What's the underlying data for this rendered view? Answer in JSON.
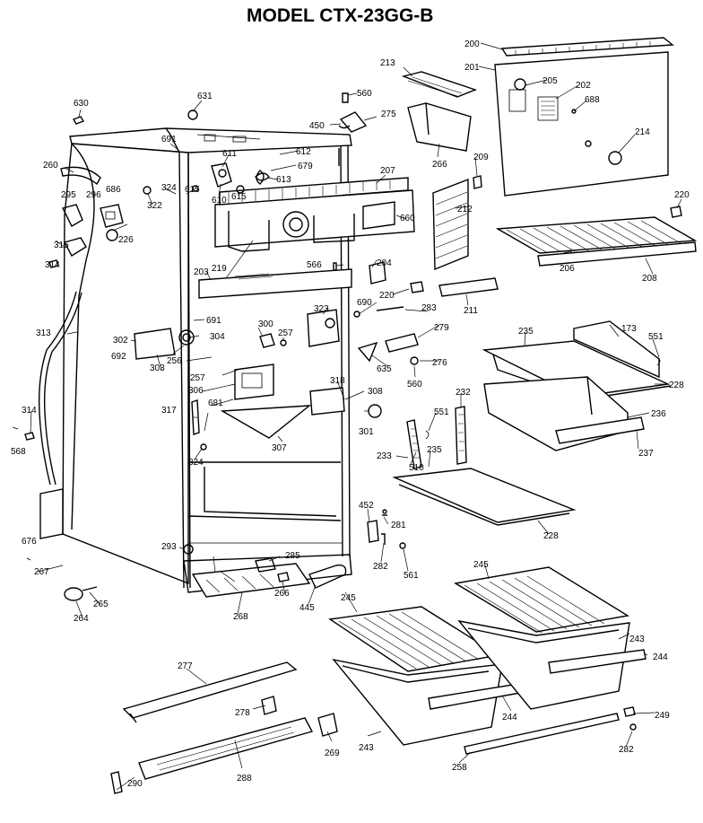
{
  "title": "MODEL CTX-23GG-B",
  "labels": {
    "l200": "200",
    "l201": "201",
    "l202": "202",
    "l203": "203",
    "l204": "204",
    "l205": "205",
    "l206": "206",
    "l207": "207",
    "l208": "208",
    "l209": "209",
    "l211": "211",
    "l212": "212",
    "l213": "213",
    "l214": "214",
    "l219": "219",
    "l220a": "220",
    "l220b": "220",
    "l226": "226",
    "l228a": "228",
    "l228b": "228",
    "l232": "232",
    "l233": "233",
    "l235a": "235",
    "l235b": "235",
    "l236": "236",
    "l237": "237",
    "l243a": "243",
    "l243b": "243",
    "l244a": "244",
    "l244b": "244",
    "l245a": "245",
    "l245b": "245",
    "l249": "249",
    "l256": "256",
    "l257a": "257",
    "l257b": "257",
    "l258": "258",
    "l260": "260",
    "l264": "264",
    "l265": "265",
    "l266a": "266",
    "l266b": "266",
    "l267": "267",
    "l268": "268",
    "l269": "269",
    "l275": "275",
    "l276": "276",
    "l277": "277",
    "l278": "278",
    "l279": "279",
    "l281": "281",
    "l282a": "282",
    "l282b": "282",
    "l283": "283",
    "l285": "285",
    "l288": "288",
    "l290": "290",
    "l293": "293",
    "l295": "295",
    "l296": "296",
    "l300": "300",
    "l301": "301",
    "l302": "302",
    "l303": "303",
    "l304": "304",
    "l306": "306",
    "l307": "307",
    "l308": "308",
    "l313": "313",
    "l314a": "314",
    "l314b": "314",
    "l315": "315",
    "l317": "317",
    "l318": "318",
    "l322": "322",
    "l323": "323",
    "l324a": "324",
    "l324b": "324",
    "l445": "445",
    "l450": "450",
    "l452": "452",
    "l510": "510",
    "l551a": "551",
    "l551b": "551",
    "l560a": "560",
    "l560b": "560",
    "l561": "561",
    "l566": "566",
    "l568": "568",
    "l610": "610",
    "l611": "611",
    "l612": "612",
    "l613": "613",
    "l615a": "615",
    "l615b": "615",
    "l630": "630",
    "l631": "631",
    "l635": "635",
    "l660": "660",
    "l676": "676",
    "l679": "679",
    "l681": "681",
    "l686": "686",
    "l688": "688",
    "l690": "690",
    "l691a": "691",
    "l691b": "691",
    "l692": "692",
    "l173": "173"
  }
}
